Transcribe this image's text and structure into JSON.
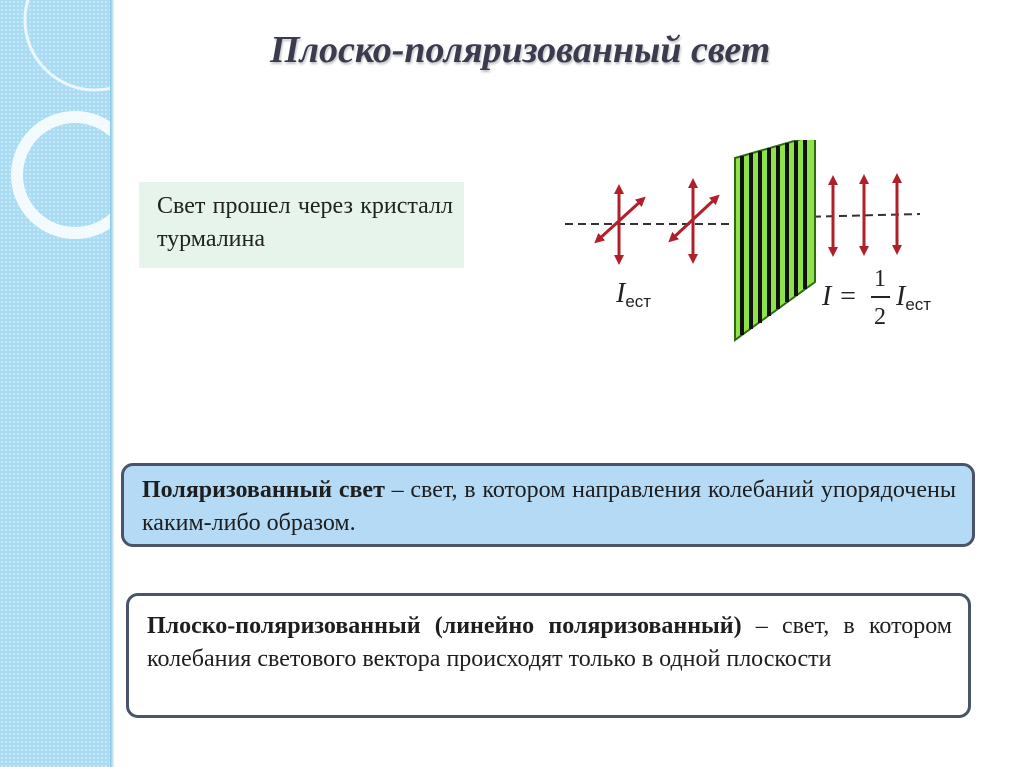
{
  "slide": {
    "title": "Плоско-поляризованный свет"
  },
  "note": {
    "text": "Свет прошел через кристалл турмалина"
  },
  "diagram": {
    "label_left_symbol": "I",
    "label_left_subscript": "ест",
    "label_right_lhs": "I =",
    "fraction_numerator": "1",
    "fraction_denominator": "2",
    "label_right_symbol": "I",
    "label_right_subscript": "ест",
    "colors": {
      "arrow": "#b0202a",
      "polarizer_green": "#8ee24a",
      "polarizer_lines": "#111111",
      "axis": "#333333"
    }
  },
  "definition_1": {
    "term": "Поляризованный свет",
    "text": " – свет, в котором направления колебаний упорядочены каким-либо образом."
  },
  "definition_2": {
    "term": "Плоско-поляризованный (линейно поляризованный)",
    "text": " – свет, в котором колебания светового вектора происходят только в одной плоскости"
  },
  "theme": {
    "sidebar_color": "#a9dcf2",
    "box1_color": "#b5daf6",
    "note_color": "#e6f4ec"
  }
}
